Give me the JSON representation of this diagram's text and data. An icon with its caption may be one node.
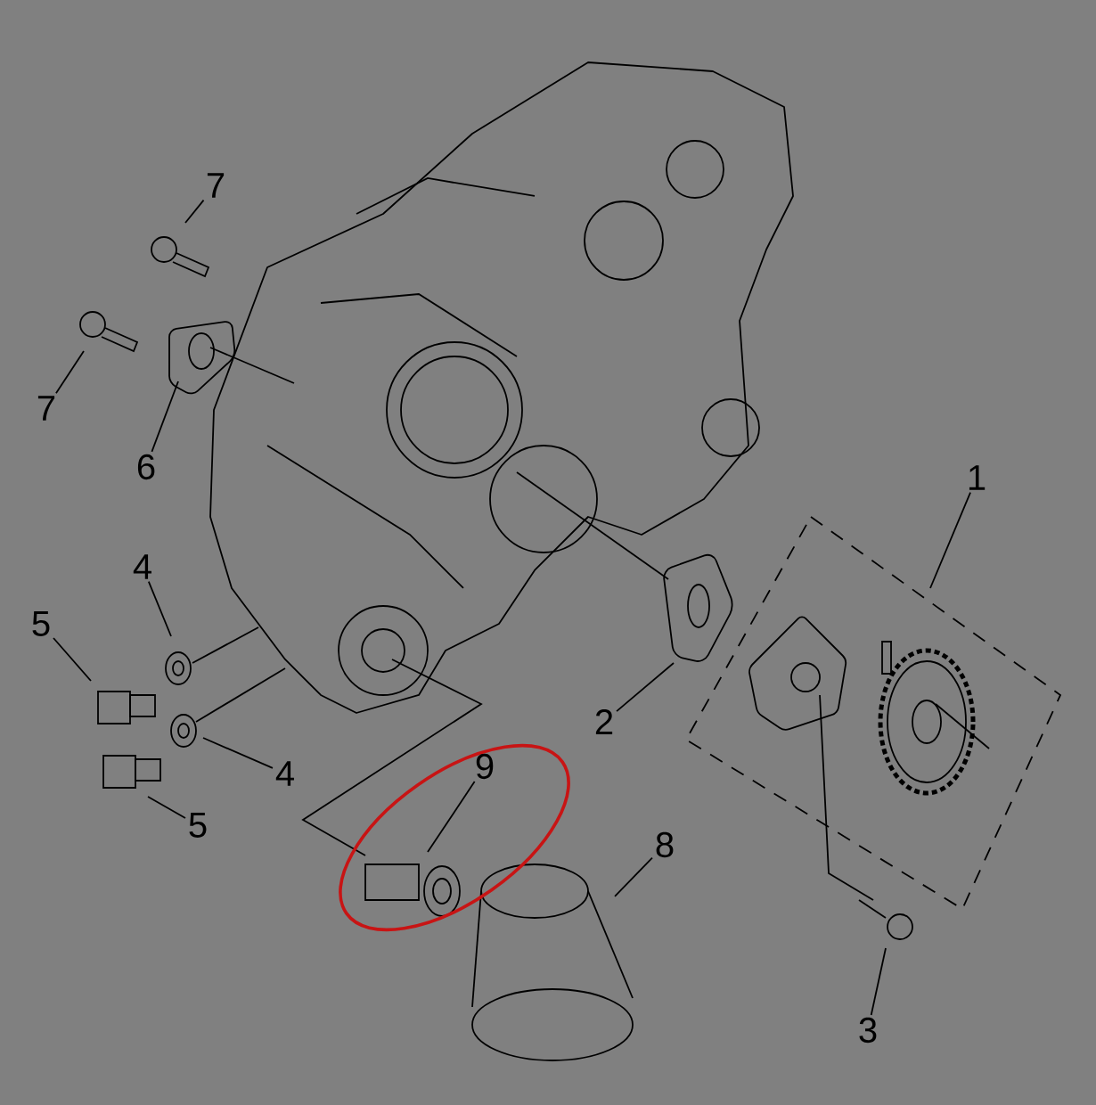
{
  "diagram": {
    "nodes": [
      {
        "text": [
          "7"
        ]
      },
      {
        "text": [
          "7"
        ]
      },
      {
        "text": [
          "6"
        ]
      },
      {
        "text": [
          "4"
        ]
      },
      {
        "text": [
          "5"
        ]
      },
      {
        "text": [
          "4"
        ]
      },
      {
        "text": [
          "5"
        ]
      },
      {
        "text": [
          "1"
        ]
      },
      {
        "text": [
          "2"
        ]
      },
      {
        "text": [
          "9"
        ]
      },
      {
        "text": [
          "8"
        ]
      },
      {
        "text": [
          "3"
        ]
      }
    ],
    "edges": [
      {
        "from": 0,
        "to": null,
        "arrow": "none"
      },
      {
        "from": 1,
        "to": null,
        "arrow": "none"
      },
      {
        "from": 2,
        "to": null,
        "arrow": "none"
      },
      {
        "from": 3,
        "to": null,
        "arrow": "none"
      },
      {
        "from": 4,
        "to": null,
        "arrow": "none"
      },
      {
        "from": 5,
        "to": null,
        "arrow": "none"
      },
      {
        "from": 6,
        "to": null,
        "arrow": "none"
      },
      {
        "from": 7,
        "to": null,
        "arrow": "none"
      },
      {
        "from": 8,
        "to": null,
        "arrow": "none"
      },
      {
        "from": 9,
        "to": null,
        "arrow": "none"
      },
      {
        "from": 10,
        "to": null,
        "arrow": "none"
      },
      {
        "from": 11,
        "to": null,
        "arrow": "none"
      }
    ]
  }
}
